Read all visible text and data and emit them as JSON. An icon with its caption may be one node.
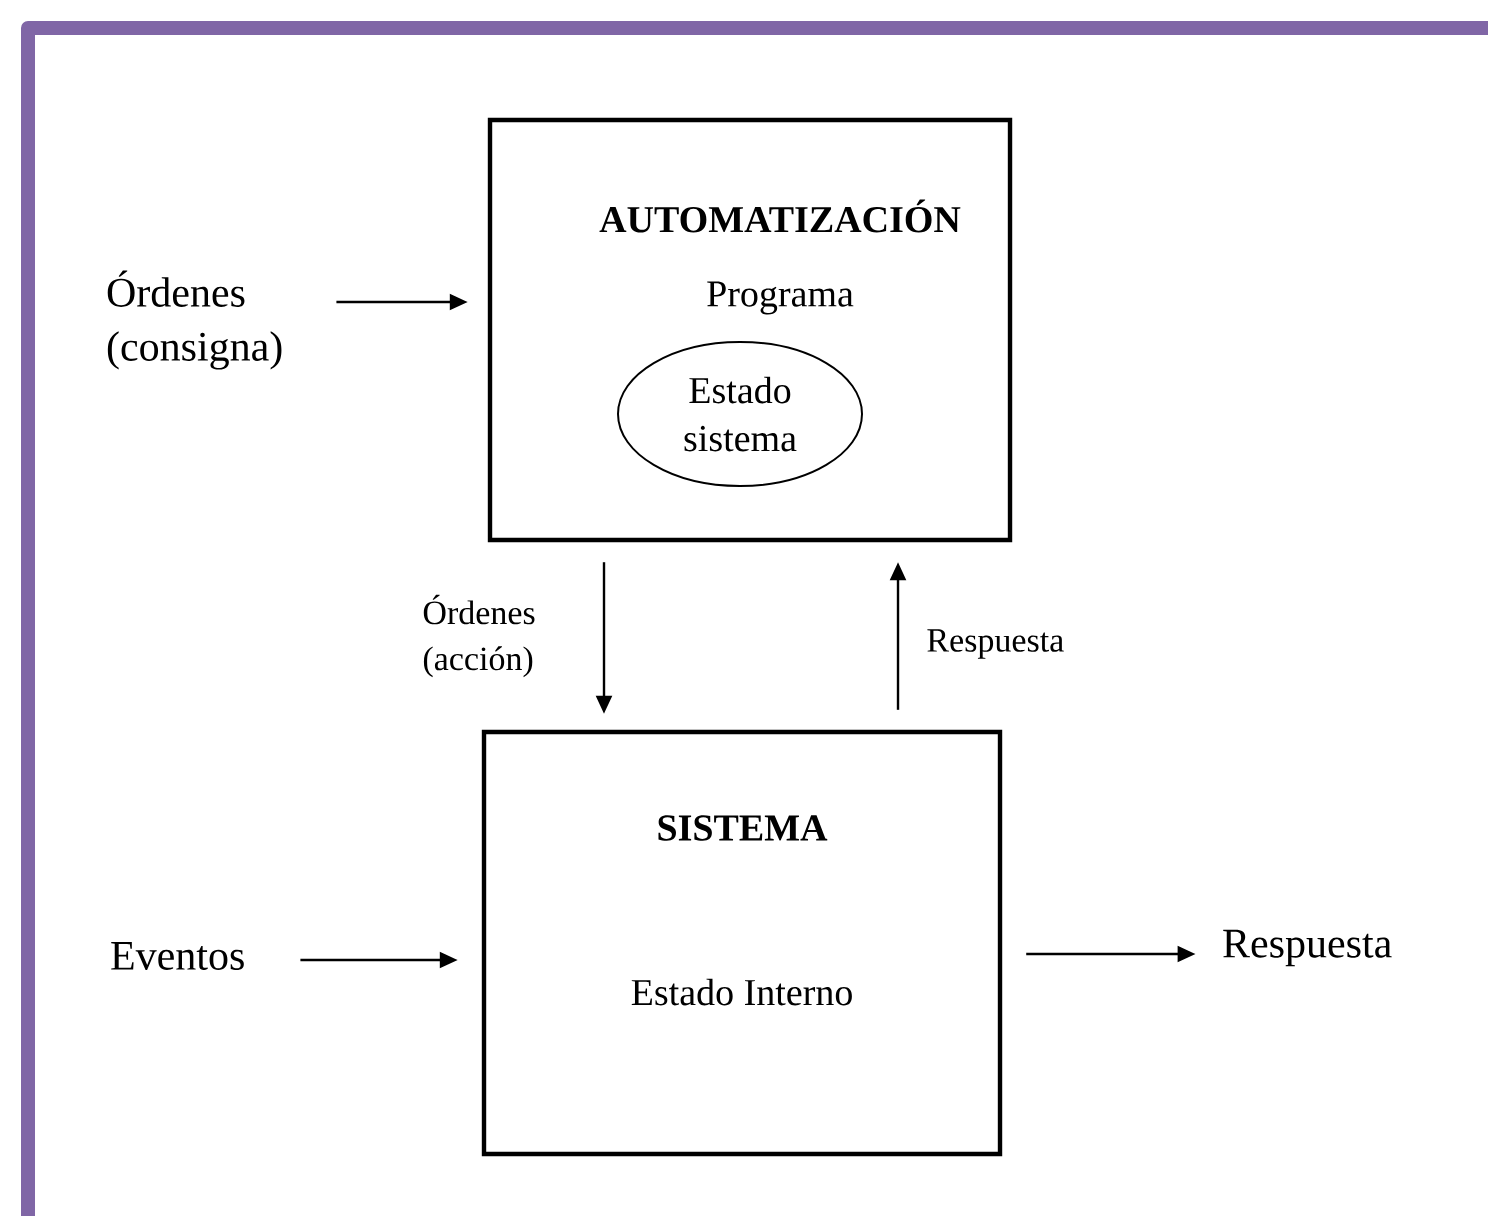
{
  "diagram": {
    "nodes": [
      {
        "text": [
          "AUTOMATIZACIÓN",
          "Programa"
        ]
      },
      {
        "text": [
          "Estado sistema"
        ],
        "in": 0
      },
      {
        "text": [
          "SISTEMA",
          "Estado Interno"
        ]
      },
      {
        "text": [
          "Órdenes (consigna)"
        ]
      },
      {
        "text": [
          "Eventos"
        ]
      },
      {
        "text": [
          "Respuesta"
        ]
      }
    ],
    "edges": [
      {
        "from": 3,
        "to": 0,
        "arrow": "to"
      },
      {
        "from": 0,
        "to": 2,
        "arrow": "to",
        "label": "Órdenes (acción)"
      },
      {
        "from": 2,
        "to": 0,
        "arrow": "to",
        "label": "Respuesta"
      },
      {
        "from": 4,
        "to": 2,
        "arrow": "to"
      },
      {
        "from": 2,
        "to": 5,
        "arrow": "to"
      }
    ]
  }
}
